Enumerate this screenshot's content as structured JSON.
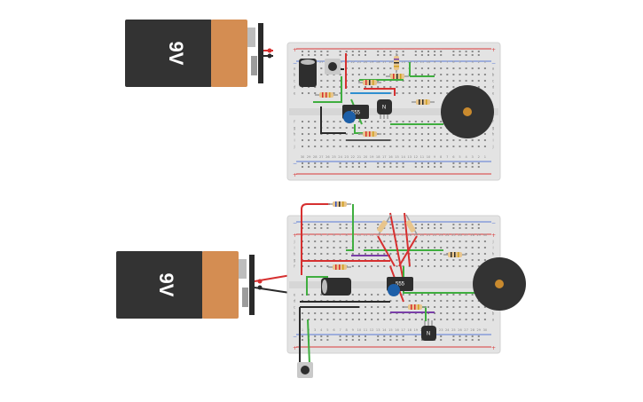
{
  "canvas": {
    "background": "#ffffff"
  },
  "colors": {
    "battery_body": "#333333",
    "battery_cap": "#d48d52",
    "breadboard": "#e3e3e3",
    "rail_red": "#d83a3a",
    "rail_blue": "#5a7ad6",
    "wire_red": "#d63030",
    "wire_green": "#3fae3f",
    "wire_black": "#2a2a2a",
    "wire_purple": "#7a3fa8",
    "wire_blue": "#2f8fd0",
    "ic_body": "#2e2e2e",
    "buzzer": "#333333",
    "buzzer_center": "#c98a2e",
    "pot_knob": "#1d5fa8"
  },
  "circuits": [
    {
      "battery": {
        "label": "9V",
        "icon": "battery-9v-icon"
      },
      "timer_ic": {
        "label": "555"
      },
      "transistor": {
        "label": "N"
      },
      "rail_symbols": {
        "plus": "+",
        "minus": "−"
      },
      "column_numbers_top": [
        "30",
        "29",
        "28",
        "27",
        "26",
        "25",
        "24",
        "23",
        "22",
        "21",
        "20",
        "19",
        "18",
        "17",
        "16",
        "15",
        "14",
        "13",
        "12",
        "11",
        "10",
        "9",
        "8",
        "7",
        "6",
        "5",
        "4",
        "3",
        "2",
        "1"
      ],
      "column_numbers_bottom": [
        "30",
        "29",
        "28",
        "27",
        "26",
        "25",
        "24",
        "23",
        "22",
        "21",
        "20",
        "19",
        "18",
        "17",
        "16",
        "15",
        "14",
        "13",
        "12",
        "11",
        "10",
        "9",
        "8",
        "7",
        "6",
        "5",
        "4",
        "3",
        "2",
        "1"
      ],
      "row_letters_left": [
        "a",
        "b",
        "c",
        "d",
        "e",
        "f",
        "g",
        "h",
        "i",
        "j"
      ],
      "row_letters_right": [
        "a",
        "b",
        "c",
        "d",
        "e",
        "f",
        "g",
        "h",
        "i",
        "j"
      ]
    },
    {
      "battery": {
        "label": "9V",
        "icon": "battery-9v-icon"
      },
      "timer_ic": {
        "label": "555"
      },
      "transistor": {
        "label": "N"
      },
      "rail_symbols": {
        "plus": "+",
        "minus": "−"
      },
      "column_numbers_top": [
        "1",
        "2",
        "3",
        "4",
        "5",
        "6",
        "7",
        "8",
        "9",
        "10",
        "11",
        "12",
        "13",
        "14",
        "15",
        "16",
        "17",
        "18",
        "19",
        "20",
        "21",
        "22",
        "23",
        "24",
        "25",
        "26",
        "27",
        "28",
        "29",
        "30"
      ],
      "column_numbers_bottom": [
        "1",
        "2",
        "3",
        "4",
        "5",
        "6",
        "7",
        "8",
        "9",
        "10",
        "11",
        "12",
        "13",
        "14",
        "15",
        "16",
        "17",
        "18",
        "19",
        "20",
        "21",
        "22",
        "23",
        "24",
        "25",
        "26",
        "27",
        "28",
        "29",
        "30"
      ],
      "row_letters_left": [
        "j",
        "i",
        "h",
        "g",
        "f",
        "e",
        "d",
        "c",
        "b",
        "a"
      ],
      "row_letters_right": [
        "j",
        "i",
        "h",
        "g",
        "f",
        "e",
        "d",
        "c",
        "b",
        "a"
      ]
    }
  ]
}
